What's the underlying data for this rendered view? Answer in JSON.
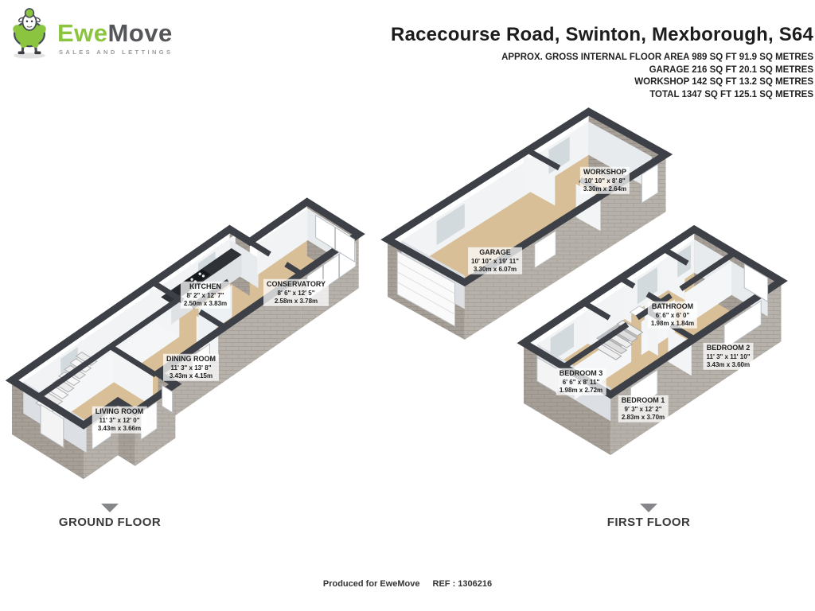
{
  "logo": {
    "brand_part1": "Ewe",
    "brand_part2": "Move",
    "tagline": "SALES AND LETTINGS"
  },
  "header": {
    "title": "Racecourse Road, Swinton, Mexborough, S64",
    "area_lines": [
      "APPROX. GROSS INTERNAL FLOOR AREA 989 SQ FT 91.9 SQ METRES",
      "GARAGE 216 SQ FT 20.1 SQ METRES",
      "WORKSHOP 142 SQ FT 13.2 SQ METRES",
      "TOTAL 1347 SQ FT 125.1 SQ METRES"
    ]
  },
  "ground_floor": {
    "caption": "GROUND FLOOR",
    "rooms": {
      "living": {
        "name": "LIVING ROOM",
        "imperial": "11' 3\" x 12' 0\"",
        "metric": "3.43m x 3.66m"
      },
      "dining": {
        "name": "DINING ROOM",
        "imperial": "11' 3\" x 13' 8\"",
        "metric": "3.43m x 4.15m"
      },
      "kitchen": {
        "name": "KITCHEN",
        "imperial": "8' 2\" x 12' 7\"",
        "metric": "2.50m x 3.83m"
      },
      "conservatory": {
        "name": "CONSERVATORY",
        "imperial": "8' 6\" x 12' 5\"",
        "metric": "2.58m x 3.78m"
      }
    }
  },
  "outbuilding": {
    "rooms": {
      "garage": {
        "name": "GARAGE",
        "imperial": "10' 10\" x 19' 11\"",
        "metric": "3.30m x 6.07m"
      },
      "workshop": {
        "name": "WORKSHOP",
        "imperial": "10' 10\" x 8' 8\"",
        "metric": "3.30m x 2.64m"
      }
    }
  },
  "first_floor": {
    "caption": "FIRST FLOOR",
    "rooms": {
      "bedroom1": {
        "name": "BEDROOM 1",
        "imperial": "9' 3\" x 12' 2\"",
        "metric": "2.83m x 3.70m"
      },
      "bedroom2": {
        "name": "BEDROOM 2",
        "imperial": "11' 3\" x 11' 10\"",
        "metric": "3.43m x 3.60m"
      },
      "bedroom3": {
        "name": "BEDROOM 3",
        "imperial": "6' 6\" x 8' 11\"",
        "metric": "1.98m x 2.72m"
      },
      "bathroom": {
        "name": "BATHROOM",
        "imperial": "6' 6\" x 6' 0\"",
        "metric": "1.98m x 1.84m"
      }
    }
  },
  "footer": {
    "produced": "Produced for EweMove",
    "ref": "REF : 1306216"
  },
  "colors": {
    "brand_green": "#8bc540",
    "wall": "#3d4046",
    "floor_tan": "#d8bf97",
    "brick": "#b6b1aa"
  }
}
